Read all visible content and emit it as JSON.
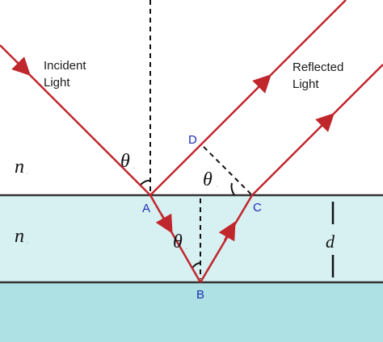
{
  "labels": {
    "incident_line1": "Incident",
    "incident_line2": "Light",
    "reflected_line1": "Reflected",
    "reflected_line2": "Light",
    "n_upper": "n",
    "n_middle": "n",
    "thickness": "d",
    "theta_incident": "θ",
    "theta_refracted": "θ",
    "theta_reflected": "θ",
    "point_a": "A",
    "point_b": "B",
    "point_c": "C",
    "point_d": "D",
    "subscript_n_upper": "1",
    "subscript_n_middle": "2",
    "subscript_theta_incident": "1",
    "subscript_theta_refracted": "2",
    "subscript_theta_reflected": "1"
  },
  "colors": {
    "ray": "#c0272d",
    "point_label": "#1f2fb5",
    "film": "#d7f0f2",
    "substrate": "#ade1e4",
    "boundary": "#333333"
  }
}
